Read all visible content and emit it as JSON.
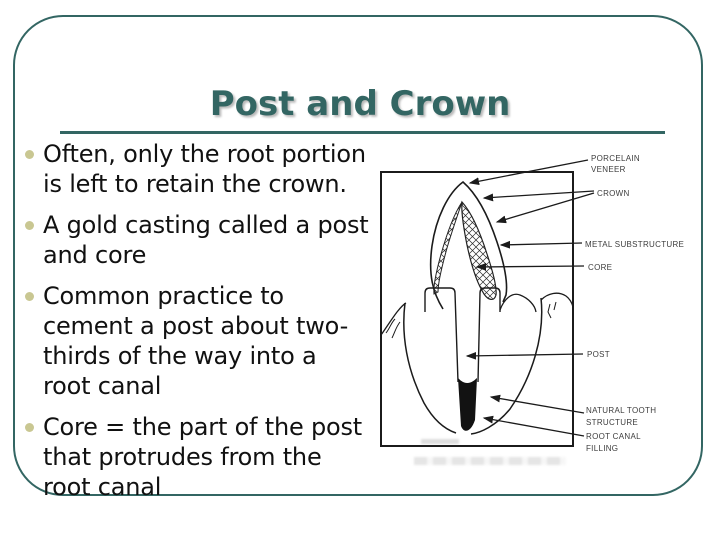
{
  "slide": {
    "title": "Post and Crown",
    "accent_color": "#336663",
    "bullet_dot_color": "#c9c792",
    "bullets": [
      "Often, only the root portion\nis left to retain the crown.",
      "A gold casting called a post\nand core",
      "Common practice to\ncement a post about two-\nthirds of the way into a\nroot canal",
      "Core = the part of the post\nthat protrudes from the\nroot canal"
    ]
  },
  "diagram": {
    "description": "line drawing of tooth cross-section with post and crown",
    "labels": {
      "porcelain_veneer": [
        "PORCELAIN",
        "VENEER"
      ],
      "crown": "CROWN",
      "metal_substructure": "METAL SUBSTRUCTURE",
      "core": "CORE",
      "post": "POST",
      "natural_tooth_structure": [
        "NATURAL TOOTH",
        "STRUCTURE"
      ],
      "root_canal_filling": [
        "ROOT CANAL",
        "FILLING"
      ]
    }
  }
}
